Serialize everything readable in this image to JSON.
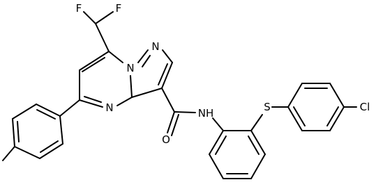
{
  "labels": {
    "F1": "F",
    "F2": "F",
    "N_pyrazole": "N",
    "N_bridge": "N",
    "N_pyrimidine": "N",
    "NH": "NH",
    "O": "O",
    "S": "S",
    "Cl": "Cl"
  }
}
